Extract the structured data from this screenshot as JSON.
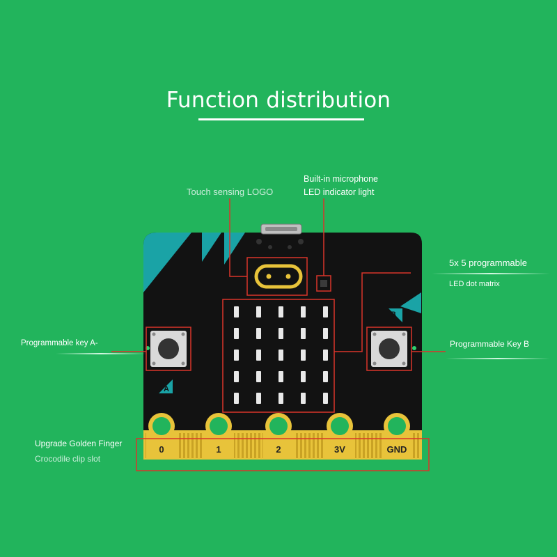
{
  "title": "Function distribution",
  "labels": {
    "touch_logo": "Touch sensing LOGO",
    "microphone_line1": "Built-in microphone",
    "microphone_line2": "LED indicator light",
    "led_matrix_line1": "5x 5 programmable",
    "led_matrix_line2": "LED dot matrix",
    "key_a": "Programmable key A-",
    "key_b": "Programmable Key B",
    "golden_finger": "Upgrade Golden Finger",
    "crocodile_clip": "Crocodile clip slot"
  },
  "board": {
    "key_a_letter": "A",
    "key_b_letter": "B",
    "pins": [
      "0",
      "1",
      "2",
      "3V",
      "GND"
    ]
  },
  "colors": {
    "background": "#22b45c",
    "board": "#121212",
    "teal_corner": "#1aa3a6",
    "gold": "#e8c33a",
    "callout": "#d9342b"
  }
}
